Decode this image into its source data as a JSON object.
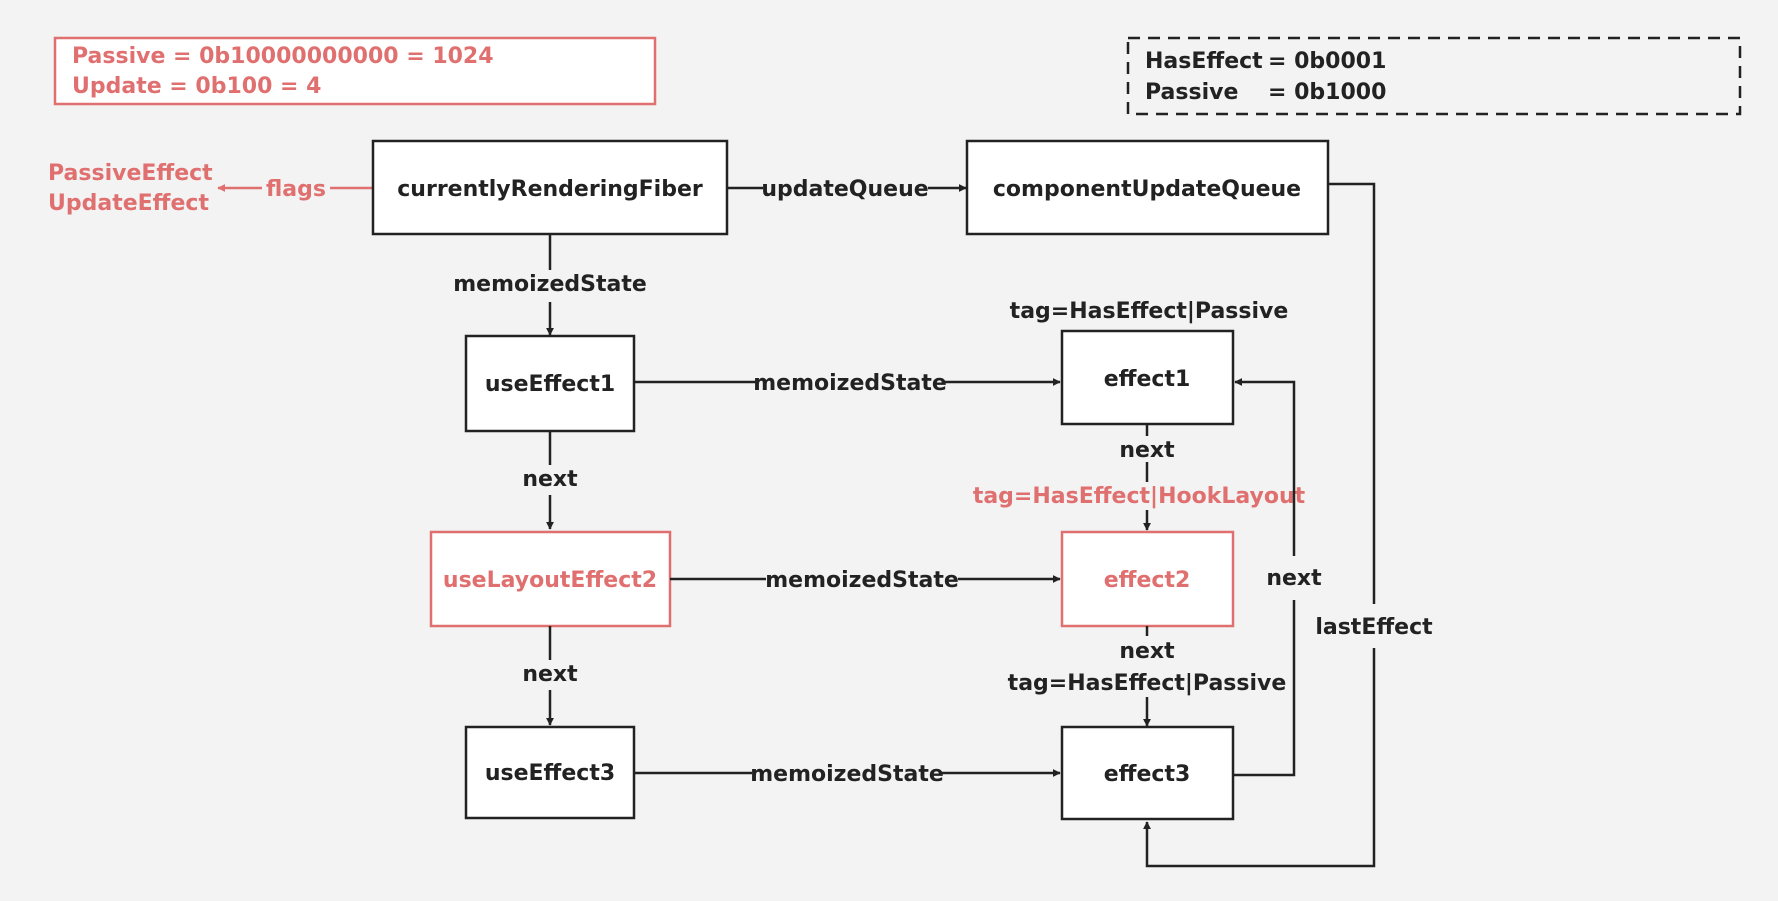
{
  "colors": {
    "ink": "#222222",
    "accent": "#e07070",
    "background": "#f3f3f3",
    "box_fill": "#ffffff"
  },
  "notes": {
    "flags_values": {
      "line1": "Passive = 0b10000000000 = 1024",
      "line2": "Update = 0b100 = 4"
    },
    "tag_values": {
      "line1_name": "HasEffect",
      "line1_value": "= 0b0001",
      "line2_name": "Passive",
      "line2_value": "= 0b1000"
    }
  },
  "nodes": {
    "fiber": "currentlyRenderingFiber",
    "queue": "componentUpdateQueue",
    "hook1": "useEffect1",
    "hook2": "useLayoutEffect2",
    "hook3": "useEffect3",
    "effect1": "effect1",
    "effect2": "effect2",
    "effect3": "effect3"
  },
  "flags_output": {
    "line1": "PassiveEffect",
    "line2": "UpdateEffect"
  },
  "edge_labels": {
    "flags": "flags",
    "updateQueue": "updateQueue",
    "fiber_memoizedState": "memoizedState",
    "hook1_memoizedState": "memoizedState",
    "hook2_memoizedState": "memoizedState",
    "hook3_memoizedState": "memoizedState",
    "hook1_next": "next",
    "hook2_next": "next",
    "effect1_next": "next",
    "effect2_next": "next",
    "effect3_next": "next",
    "lastEffect": "lastEffect"
  },
  "tags": {
    "effect1": "tag=HasEffect|Passive",
    "effect2": "tag=HasEffect|HookLayout",
    "effect3": "tag=HasEffect|Passive"
  }
}
